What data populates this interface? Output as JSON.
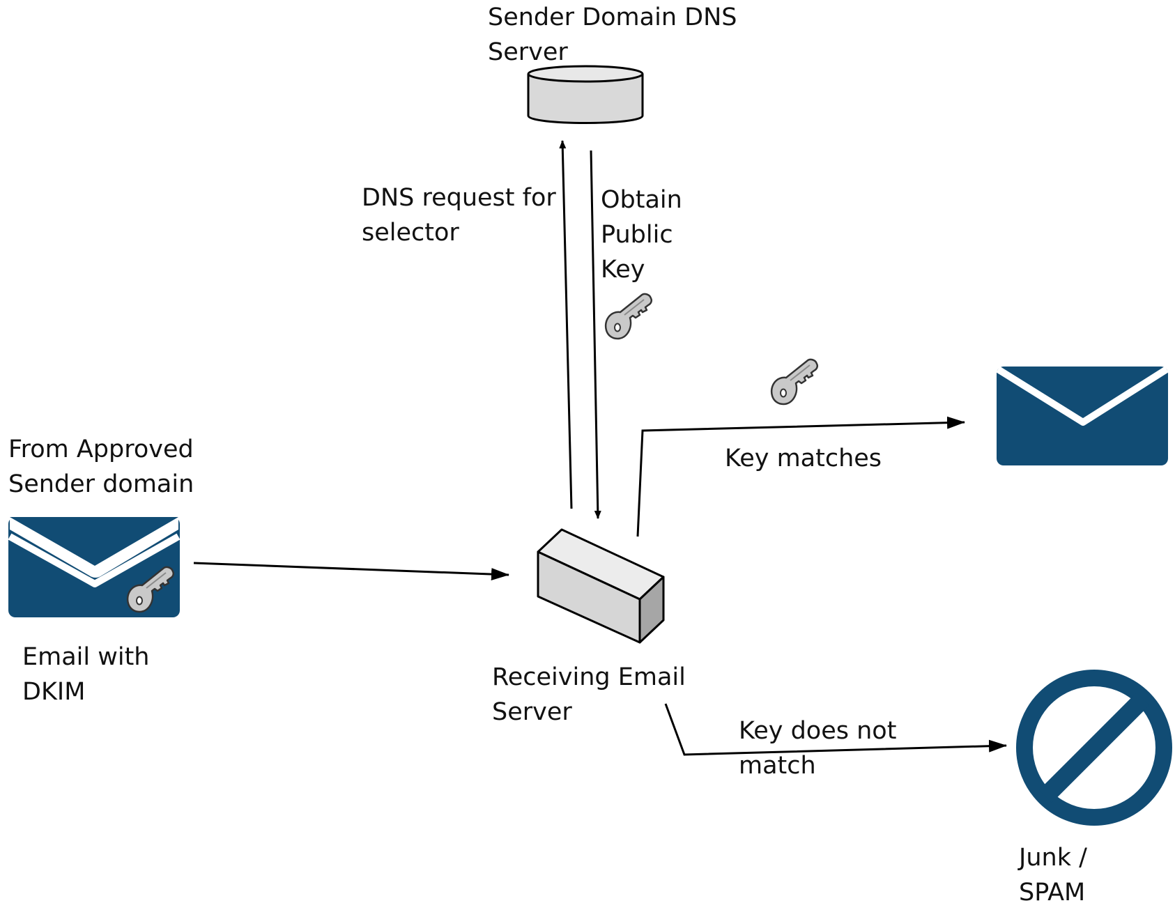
{
  "labels": {
    "dns_server": [
      "Sender Domain DNS",
      "Server"
    ],
    "dns_request": [
      "DNS request for",
      "selector"
    ],
    "obtain_key": [
      "Obtain",
      "Public",
      "Key"
    ],
    "approved_sender": [
      "From Approved",
      "Sender domain"
    ],
    "email_dkim": [
      "Email with",
      "DKIM"
    ],
    "receiving_server": [
      "Receiving Email",
      "Server"
    ],
    "key_matches": "Key matches",
    "key_no_match": [
      "Key does not",
      "match"
    ],
    "junk_spam": [
      "Junk /",
      "SPAM"
    ]
  },
  "colors": {
    "envelope": "#114c74",
    "no_sign": "#114c74",
    "arrow": "#000000",
    "server_face": "#d6d6d6",
    "server_side": "#a6a6a6",
    "key_fill": "#c9c9c9",
    "dns_cylinder": "#d9d9d9"
  },
  "icons": {
    "incoming_email": "envelope-icon",
    "delivered_email": "envelope-icon",
    "spam": "no-entry-icon",
    "server": "server-icon",
    "dns": "database-icon",
    "key": "key-icon"
  }
}
